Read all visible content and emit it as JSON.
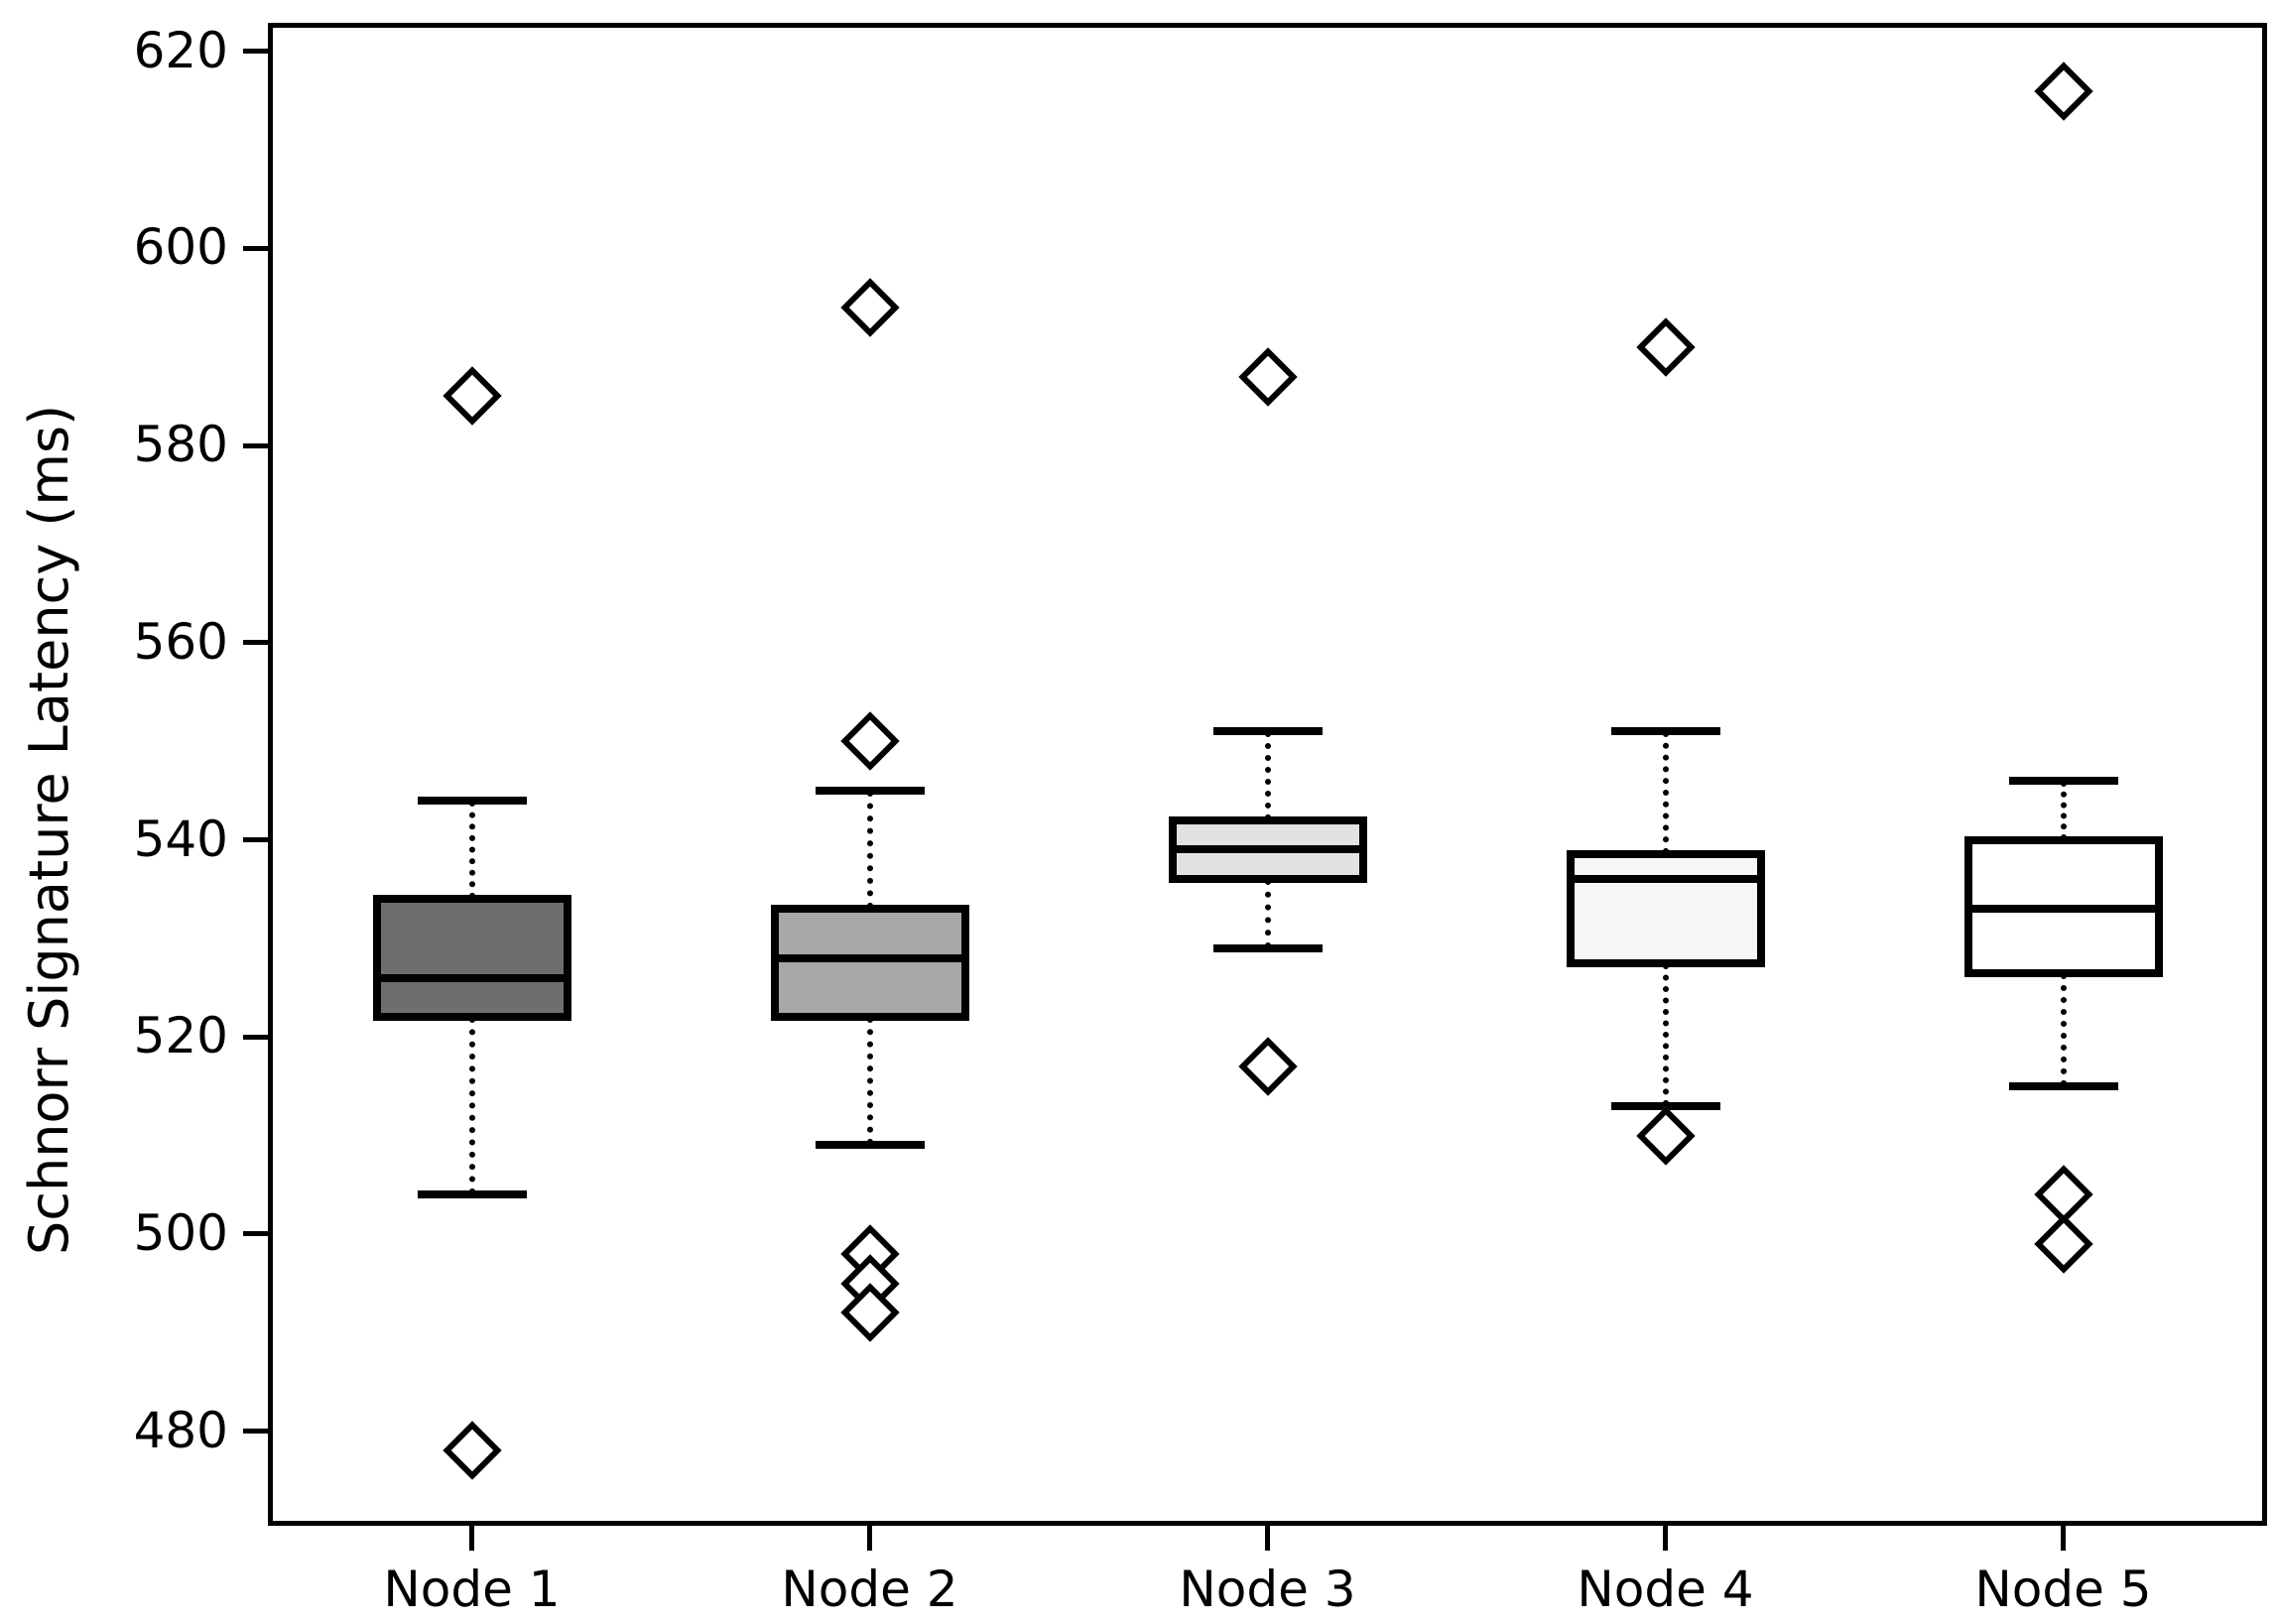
{
  "figure": {
    "kind": "boxplot-figure",
    "background": "#ffffff",
    "axis_color": "#000000"
  },
  "chart_data": {
    "type": "box",
    "title": "",
    "xlabel": "",
    "ylabel": "Schnorr Signature Latency (ms)",
    "categories": [
      "Node 1",
      "Node 2",
      "Node 3",
      "Node 4",
      "Node 5"
    ],
    "y_ticks": [
      480,
      500,
      520,
      540,
      560,
      580,
      600,
      620
    ],
    "ylim": [
      471.4,
      622.9
    ],
    "grid": false,
    "legend": "none",
    "outlier_marker": "diamond-open",
    "whisker_style": "dotted",
    "series": [
      {
        "name": "Node 1",
        "whislo": 504,
        "q1": 522,
        "med": 526,
        "q3": 534,
        "whishi": 544,
        "outliers": [
          585,
          478
        ],
        "fill": "#6e6e6e"
      },
      {
        "name": "Node 2",
        "whislo": 509,
        "q1": 522,
        "med": 528,
        "q3": 533,
        "whishi": 545,
        "outliers": [
          594,
          550,
          498,
          495,
          492
        ],
        "fill": "#a8a8a8"
      },
      {
        "name": "Node 3",
        "whislo": 529,
        "q1": 536,
        "med": 539,
        "q3": 542,
        "whishi": 551,
        "outliers": [
          587,
          517
        ],
        "fill": "#e2e2e2"
      },
      {
        "name": "Node 4",
        "whislo": 513,
        "q1": 527.5,
        "med": 536,
        "q3": 538.5,
        "whishi": 551,
        "outliers": [
          590,
          510
        ],
        "fill": "#f7f7f7"
      },
      {
        "name": "Node 5",
        "whislo": 515,
        "q1": 526.5,
        "med": 533,
        "q3": 540,
        "whishi": 546,
        "outliers": [
          616,
          504,
          499
        ],
        "fill": "#ffffff"
      }
    ]
  }
}
